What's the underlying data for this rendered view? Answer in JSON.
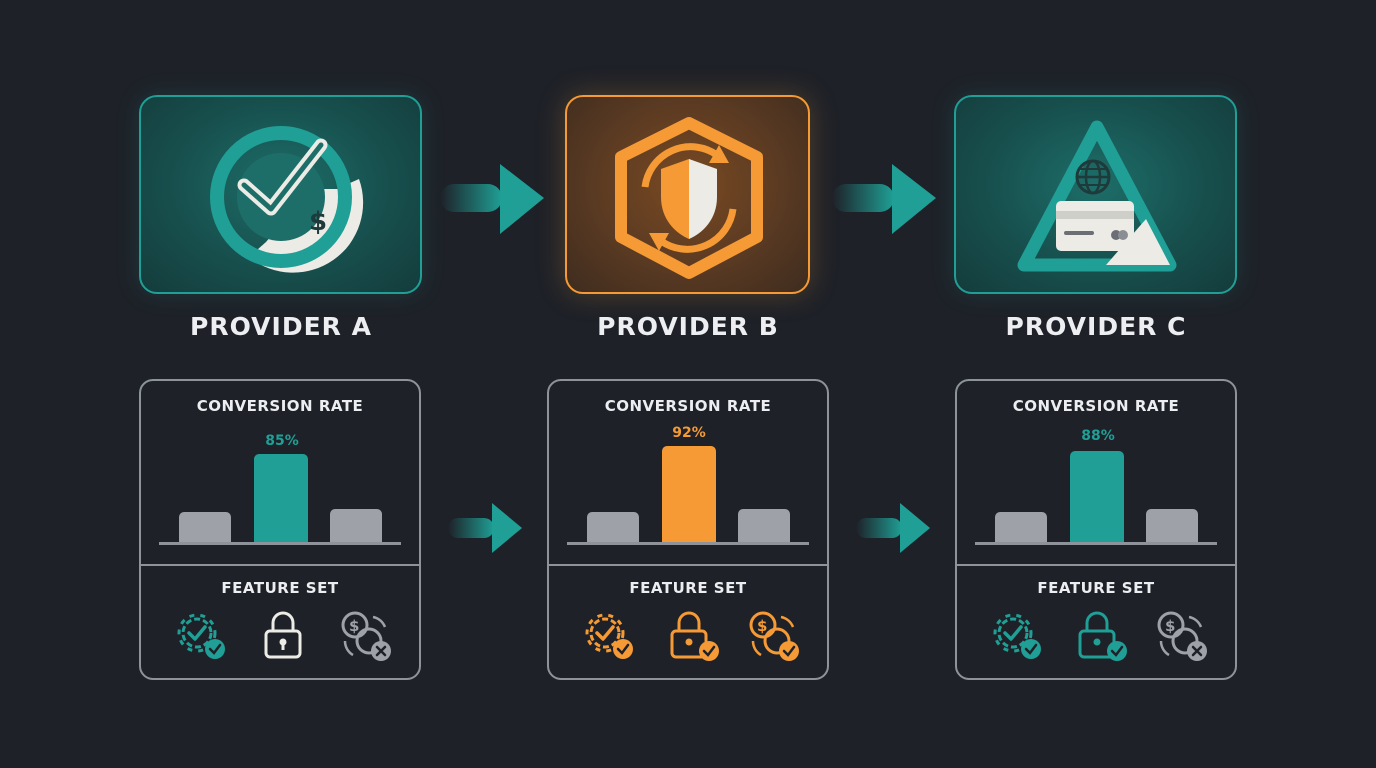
{
  "providers": [
    {
      "name": "PROVIDER A",
      "theme": "teal",
      "icon": "check-dollar-icon"
    },
    {
      "name": "PROVIDER B",
      "theme": "orange",
      "icon": "shield-refresh-icon"
    },
    {
      "name": "PROVIDER C",
      "theme": "teal",
      "icon": "globe-card-icon"
    }
  ],
  "cards": [
    {
      "title": "CONVERSION RATE",
      "value_label": "85%",
      "value": 85,
      "feature_title": "FEATURE SET",
      "features": [
        "gear-check-icon",
        "lock-icon",
        "coins-exchange-x-icon"
      ]
    },
    {
      "title": "CONVERSION RATE",
      "value_label": "92%",
      "value": 92,
      "feature_title": "FEATURE SET",
      "features": [
        "gear-check-icon",
        "lock-check-icon",
        "coins-exchange-check-icon"
      ]
    },
    {
      "title": "CONVERSION RATE",
      "value_label": "88%",
      "value": 88,
      "feature_title": "FEATURE SET",
      "features": [
        "gear-check-icon",
        "lock-check-icon",
        "coins-exchange-x-icon"
      ]
    }
  ],
  "colors": {
    "teal": "#1f9f95",
    "orange": "#f59a34",
    "gray": "#9ea1a8",
    "background": "#1e2128"
  }
}
